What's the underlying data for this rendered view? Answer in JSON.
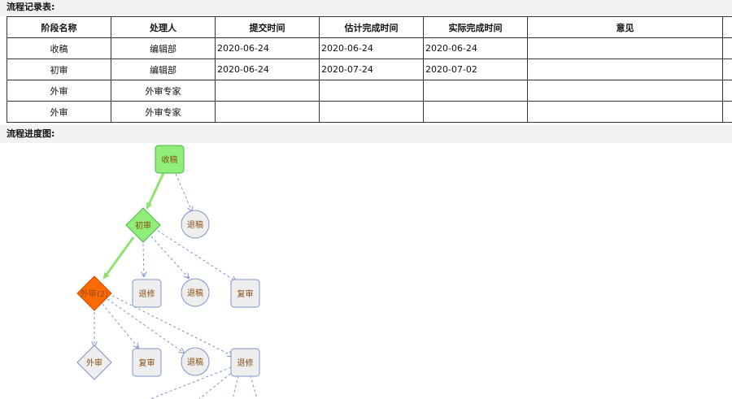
{
  "records_section": {
    "title": "流程记录表:"
  },
  "table": {
    "headers": [
      "阶段名称",
      "处理人",
      "提交时间",
      "估计完成时间",
      "实际完成时间",
      "意见"
    ],
    "rows": [
      [
        "收稿",
        "编辑部",
        "2020-06-24",
        "2020-06-24",
        "2020-06-24",
        ""
      ],
      [
        "初审",
        "编辑部",
        "2020-06-24",
        "2020-07-24",
        "2020-07-02",
        ""
      ],
      [
        "外审",
        "外审专家",
        "",
        "",
        "",
        ""
      ],
      [
        "外审",
        "外审专家",
        "",
        "",
        "",
        ""
      ]
    ]
  },
  "progress_section": {
    "title": "流程进度图:"
  },
  "flow": {
    "colors": {
      "done": "#90ee7a",
      "done_border": "#4caf50",
      "current": "#ff6a00",
      "current_border": "#cc4a00",
      "pending": "#eeeeee",
      "pending_border": "#7b96c8",
      "done_edge": "#8fe36e",
      "pending_edge": "#7b96c8",
      "text": "#8a4a10"
    },
    "nodes": {
      "receive": "收稿",
      "first_review": "初审",
      "reject_1": "退稿",
      "revise_1": "退修",
      "reject_2": "退稿",
      "re_review_1": "复审",
      "external_review": "外审(2)",
      "external_review_next": "外审",
      "re_review_2": "复审",
      "reject_3": "退稿",
      "revise_2": "退修"
    }
  }
}
